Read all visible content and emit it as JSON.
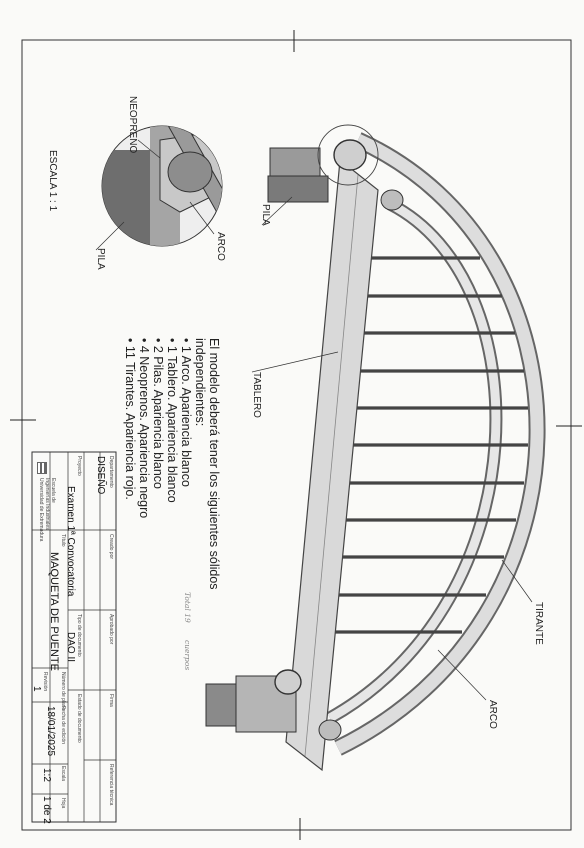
{
  "labels": {
    "neopreno": "NEOPRENO",
    "arco_detail": "ARCO",
    "pila_detail": "PILA",
    "escala": "ESCALA 1 : 1",
    "pila": "PILA",
    "tablero": "TABLERO",
    "tirante": "TIRANTE",
    "arco": "ARCO"
  },
  "notes": {
    "intro_1": "El modelo deberá tener los siguientes sólidos",
    "intro_2": "independientes:",
    "items": [
      "1 Arco. Apariencia blanco",
      "1 Tablero. Apariencia blanco",
      "2 Pilas. Apariencia blanco",
      "4 Neoprenos. Apariencia negro",
      "11 Tirantes. Apariencia rojo."
    ]
  },
  "handwritten": {
    "line1": "Total 19",
    "line2": "cuerpos"
  },
  "title_block": {
    "departamento_label": "Departamento",
    "departamento": "DISEÑO",
    "creado_por_label": "Creado por",
    "aprobado_por_label": "Aprobado por",
    "firma_label": "Firma",
    "referencia_label": "Referencia técnica",
    "proyecto_label": "Proyecto",
    "proyecto": "Examen 1ª Convocatoria",
    "tipo_documento_label": "Tipo de documento",
    "tipo_documento": "DAO II",
    "estado_label": "Estado de documento",
    "titulo_label": "Título",
    "titulo": "MAQUETA DE PUENTE",
    "numero_dibujo_label": "Número de plano",
    "revision_label": "Revisión",
    "revision": "1",
    "fecha_label": "Fecha de edición",
    "fecha": "18/01/2025",
    "escala_label": "Escala",
    "escala": "1:2",
    "hoja_label": "Hoja",
    "hoja": "1 de 2",
    "logo_text_1": "Escuela de",
    "logo_text_2": "Ingenierías Industriales",
    "logo_text_3": "Universidad de Extremadura"
  }
}
